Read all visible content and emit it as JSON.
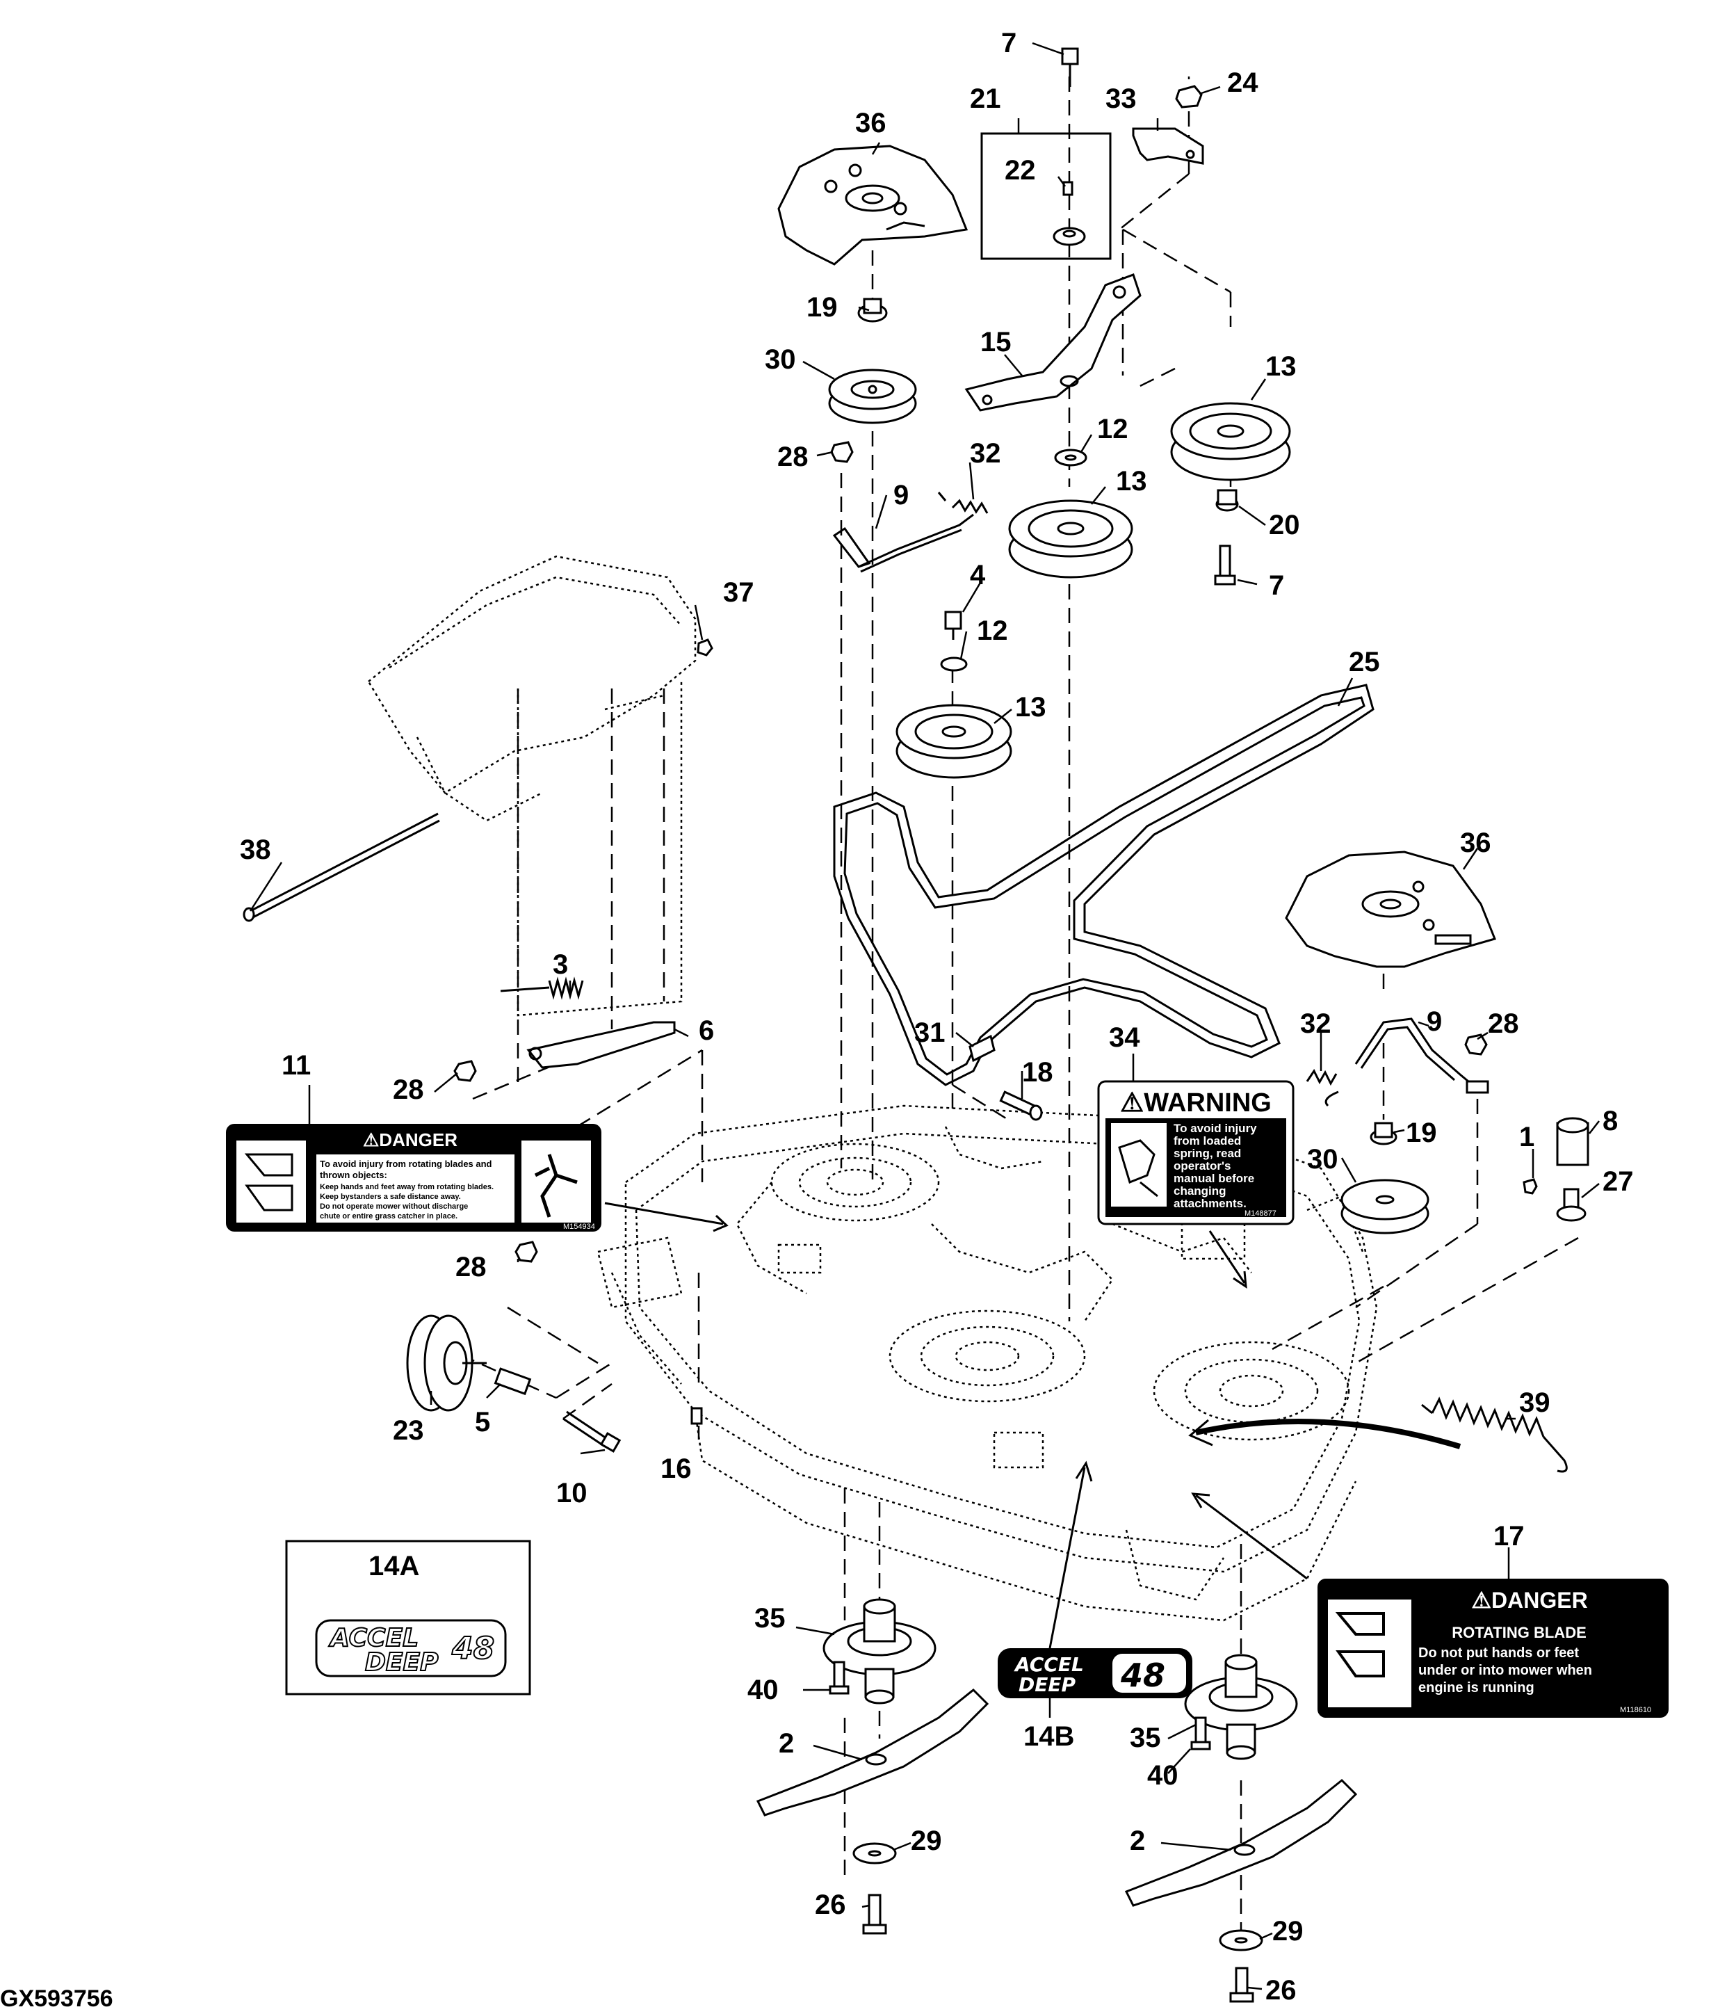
{
  "figure_id": "GX593756",
  "callouts": {
    "c1": "1",
    "c2a": "2",
    "c2b": "2",
    "c3": "3",
    "c4": "4",
    "c5": "5",
    "c6": "6",
    "c7a": "7",
    "c7b": "7",
    "c8": "8",
    "c9a": "9",
    "c9b": "9",
    "c10": "10",
    "c11": "11",
    "c12a": "12",
    "c12b": "12",
    "c13a": "13",
    "c13b": "13",
    "c13c": "13",
    "c14A": "14A",
    "c14B": "14B",
    "c15": "15",
    "c16": "16",
    "c17": "17",
    "c18": "18",
    "c19a": "19",
    "c19b": "19",
    "c20": "20",
    "c21": "21",
    "c22": "22",
    "c23": "23",
    "c24": "24",
    "c25": "25",
    "c26a": "26",
    "c26b": "26",
    "c27": "27",
    "c28a": "28",
    "c28b": "28",
    "c28c": "28",
    "c28d": "28",
    "c29a": "29",
    "c29b": "29",
    "c30a": "30",
    "c30b": "30",
    "c31": "31",
    "c32a": "32",
    "c32b": "32",
    "c33": "33",
    "c34": "34",
    "c35a": "35",
    "c35b": "35",
    "c36a": "36",
    "c36b": "36",
    "c37": "37",
    "c38": "38",
    "c39": "39",
    "c40a": "40",
    "c40b": "40"
  },
  "decal_11": {
    "header": "⚠DANGER",
    "line1": "To avoid injury from rotating blades and",
    "line2": "thrown objects:",
    "line3": "Keep hands and feet away from rotating blades.",
    "line4": "Keep bystanders a safe distance away.",
    "line5": "Do not operate mower without discharge",
    "line6": "chute or entire grass catcher in place.",
    "code": "M154934"
  },
  "decal_34": {
    "header": "⚠WARNING",
    "line1": "To avoid injury",
    "line2": "from loaded",
    "line3": "spring, read",
    "line4": "operator's",
    "line5": "manual before",
    "line6": "changing",
    "line7": "attachments.",
    "code": "M148877"
  },
  "decal_17": {
    "header": "⚠DANGER",
    "line1": "ROTATING BLADE",
    "line2": "Do not put hands or feet",
    "line3": "under or into mower when",
    "line4": "engine is running",
    "code": "M118610"
  },
  "logo_14A": {
    "word1": "ACCEL",
    "word2": "DEEP",
    "num": "48"
  },
  "logo_14B": {
    "word1": "ACCEL",
    "word2": "DEEP",
    "num": "48"
  }
}
